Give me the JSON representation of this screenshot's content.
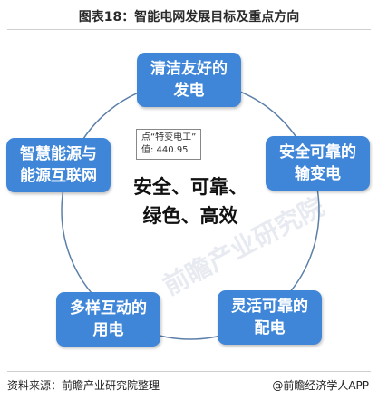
{
  "title": "图表18：智能电网发展目标及重点方向",
  "center_text": {
    "line1": "安全、可靠、",
    "line2": "绿色、高效"
  },
  "goals": [
    {
      "line1": "清洁友好的",
      "line2": "发电"
    },
    {
      "line1": "安全可靠的",
      "line2": "输变电"
    },
    {
      "line1": "灵活可靠的",
      "line2": "配电"
    },
    {
      "line1": "多样互动的",
      "line2": "用电"
    },
    {
      "line1": "智慧能源与",
      "line2": "能源互联网"
    }
  ],
  "tooltip": {
    "series": "点“特变电工”",
    "value": "值: 440.95"
  },
  "watermark": "前瞻产业研究院",
  "footer": {
    "source": "资料来源：前瞻产业研究院整理",
    "brand": "@前瞻经济学人APP"
  },
  "colors": {
    "box": "#3f86d8",
    "ring": "#5b7fa8"
  }
}
